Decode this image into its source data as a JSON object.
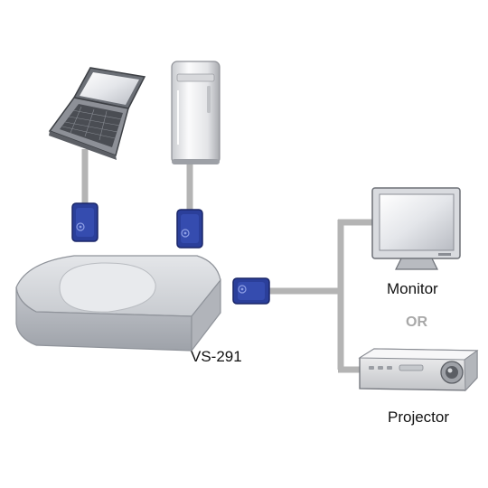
{
  "labels": {
    "switch": "VS-291",
    "monitor": "Monitor",
    "or": "OR",
    "projector": "Projector"
  },
  "colors": {
    "cable": "#b4b4b4",
    "connector": "#2b3f9a",
    "connector_dark": "#1a2668",
    "or_text": "#a8a8a8",
    "switch_body": "#d4d6da",
    "switch_shadow": "#a9acb2"
  },
  "icons": {
    "laptop": "laptop-icon",
    "tower": "desktop-tower-icon",
    "monitor": "monitor-icon",
    "projector": "projector-icon",
    "switch": "kvm-switch-icon",
    "connector": "vga-connector-icon"
  }
}
